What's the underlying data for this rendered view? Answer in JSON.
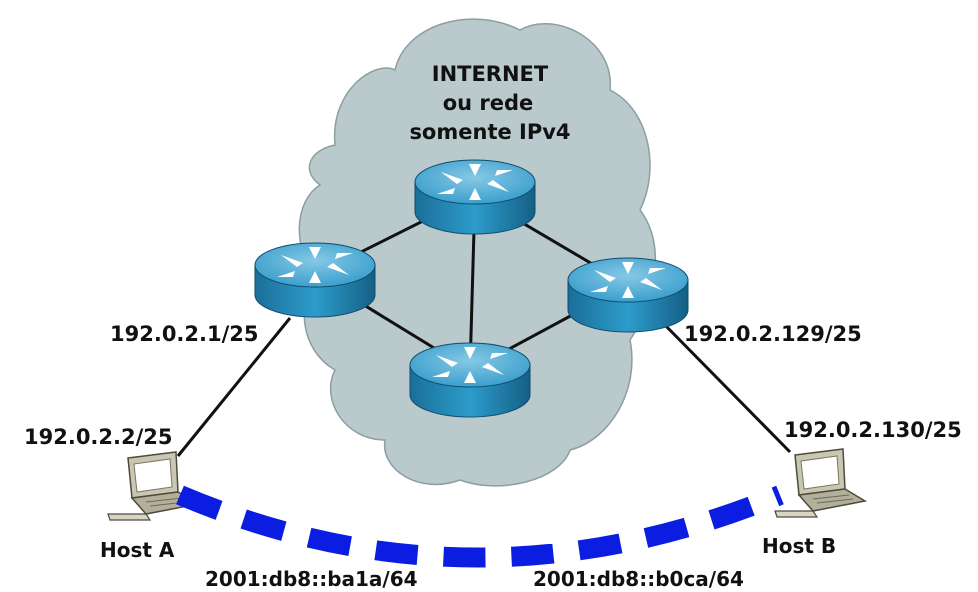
{
  "cloud": {
    "line1": "INTERNET",
    "line2": "ou rede",
    "line3": "somente IPv4"
  },
  "labels": {
    "router_left_ip": "192.0.2.1/25",
    "router_right_ip": "192.0.2.129/25",
    "host_a_ip": "192.0.2.2/25",
    "host_b_ip": "192.0.2.130/25",
    "host_a_name": "Host A",
    "host_b_name": "Host B",
    "tunnel_a_ipv6": "2001:db8::ba1a/64",
    "tunnel_b_ipv6": "2001:db8::b0ca/64"
  },
  "colors": {
    "cloud_fill": "#b9c9cc",
    "cloud_stroke": "#8c9ea1",
    "router_body": "#1f86b4",
    "router_top": "#5fb2d6",
    "link": "#111111",
    "tunnel": "#0a1de0"
  }
}
